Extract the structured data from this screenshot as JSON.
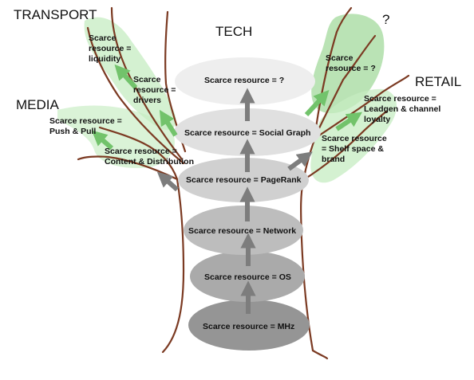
{
  "headings": {
    "transport": "TRANSPORT",
    "tech": "TECH",
    "media": "MEDIA",
    "retail": "RETAIL",
    "unknown": "?"
  },
  "trunk_layers": [
    {
      "key": "mhz",
      "lines": [
        "Scarce resource = MHz"
      ],
      "fill": "#959595"
    },
    {
      "key": "os",
      "lines": [
        "Scarce resource = OS"
      ],
      "fill": "#aaaaaa"
    },
    {
      "key": "network",
      "lines": [
        "Scarce resource = Network"
      ],
      "fill": "#bdbdbd"
    },
    {
      "key": "pagerank",
      "lines": [
        "Scarce resource = PageRank"
      ],
      "fill": "#d0d0d0"
    },
    {
      "key": "social-graph",
      "lines": [
        "Scarce resource = Social Graph"
      ],
      "fill": "#e0e0e0"
    },
    {
      "key": "tech-unknown",
      "lines": [
        "Scarce resource = ?"
      ],
      "fill": "#eeeeee"
    }
  ],
  "branch_labels": {
    "liquidity": [
      "Scarce",
      "resource =",
      "liquidity"
    ],
    "drivers": [
      "Scarce",
      "resource =",
      "drivers"
    ],
    "push_pull": [
      "Scarce resource =",
      "Push & Pull"
    ],
    "content": [
      "Scarce resource =",
      "Content & Distribution"
    ],
    "retail_unknown": [
      "Scarce",
      "resource = ?"
    ],
    "leadgen": [
      "Scarce resource =",
      "Leadgen & channel",
      "loyalty"
    ],
    "shelf": [
      "Scarce resource",
      "= Shelf space &",
      "brand"
    ]
  },
  "colors": {
    "branch_stroke": "#7b3a22",
    "green_arrow": "#72c36b",
    "grey_arrow": "#7d7d7d",
    "leaf_green": "#c6ecc1"
  }
}
